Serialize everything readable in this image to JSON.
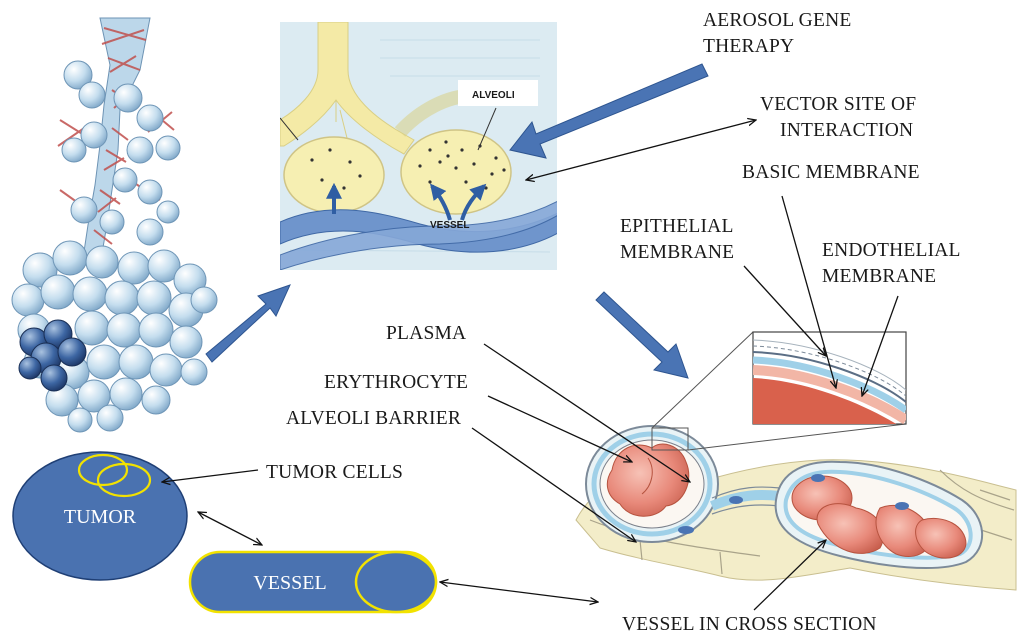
{
  "labels": {
    "aerosol_line1": "AEROSOL GENE",
    "aerosol_line2": "THERAPY",
    "vector_line1": "VECTOR SITE OF",
    "vector_line2": "INTERACTION",
    "basic_membrane": "BASIC MEMBRANE",
    "epithelial_line1": "EPITHELIAL",
    "epithelial_line2": "MEMBRANE",
    "endothelial_line1": "ENDOTHELIAL",
    "endothelial_line2": "MEMBRANE",
    "plasma": "PLASMA",
    "erythrocyte": "ERYTHROCYTE",
    "alveoli_barrier": "ALVEOLI BARRIER",
    "tumor_cells": "TUMOR CELLS",
    "tumor": "TUMOR",
    "vessel": "VESSEL",
    "vessel_cross_section": "VESSEL IN CROSS SECTION",
    "inset_alveoli": "ALVEOLI",
    "inset_vessel": "VESSEL"
  },
  "colors": {
    "shape_blue": "#4a72b0",
    "shape_outline": "#1f3f75",
    "highlight_yellow": "#f2e200",
    "big_arrow": "#4a74b4",
    "inset_bg": "#dcebf2",
    "alveolus_fill": "#f6efb2",
    "airway_fill": "#f4eaa6",
    "vessel_band": "#6f95cc",
    "erythrocyte": "#e8897a",
    "membrane_blue": "#9fd0e8"
  }
}
